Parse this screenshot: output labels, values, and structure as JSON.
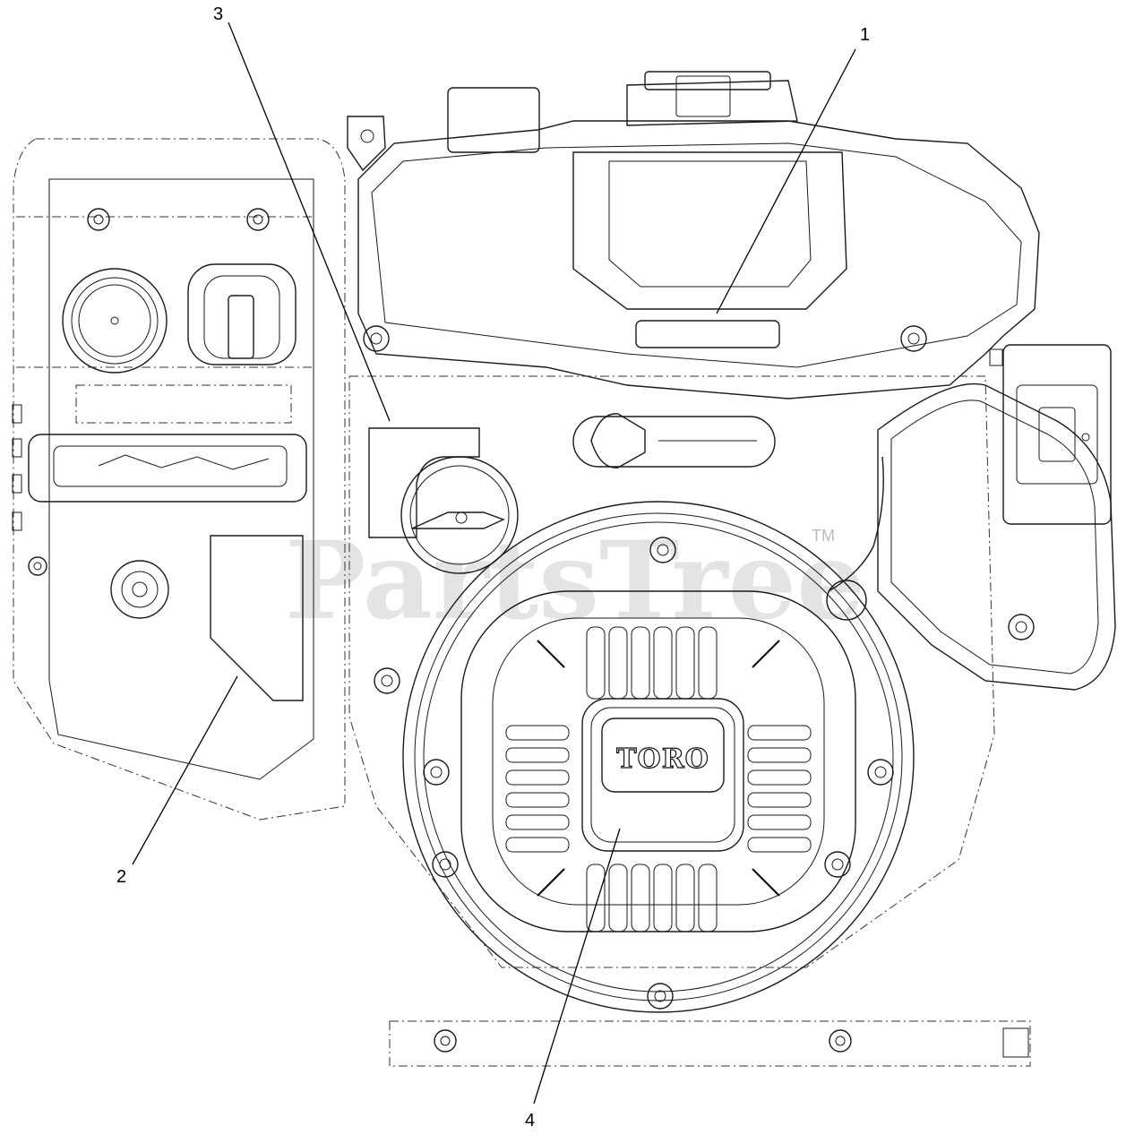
{
  "callouts": [
    {
      "id": "1",
      "label": "1"
    },
    {
      "id": "2",
      "label": "2"
    },
    {
      "id": "3",
      "label": "3"
    },
    {
      "id": "4",
      "label": "4"
    }
  ],
  "brand_logo": "TORO",
  "watermark": {
    "text": "PartsTree",
    "mark": "TM"
  }
}
